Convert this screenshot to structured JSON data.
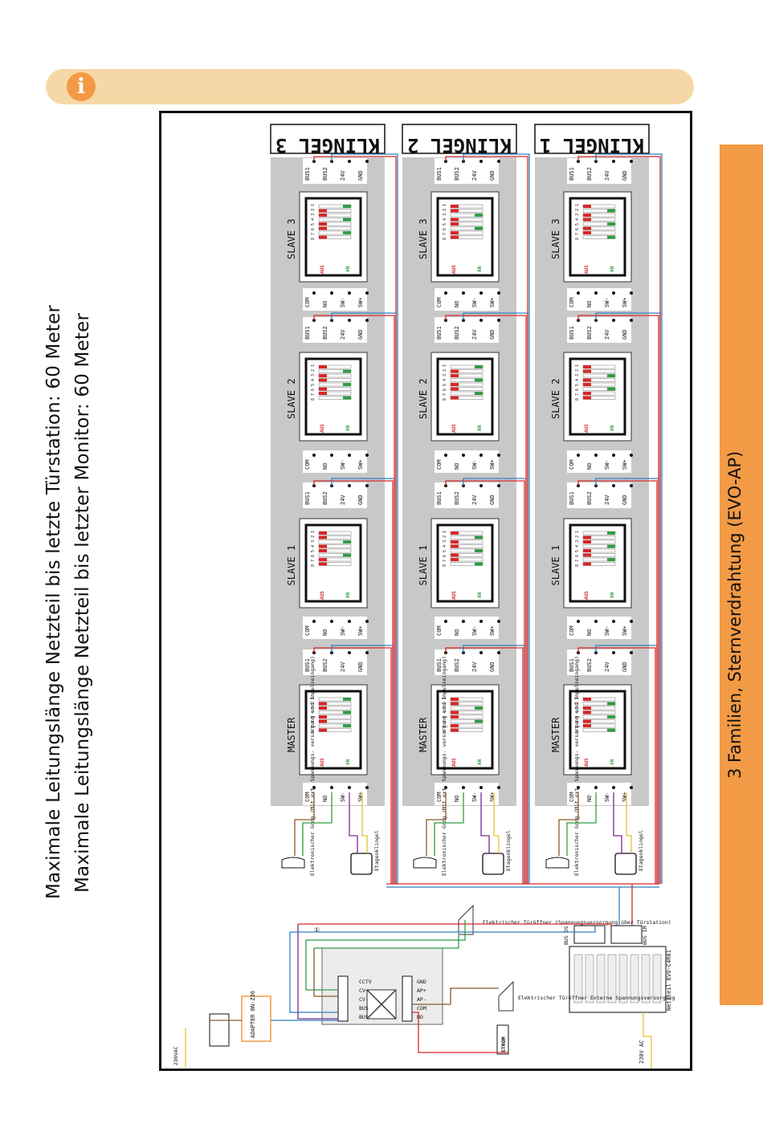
{
  "info_icon": "info-icon",
  "side_title": "3 Familien, Sternverdrahtung (EVO-AP)",
  "notes": {
    "line1": "Maximale Leitungslänge Netzteil bis letzte Türstation: 60 Meter",
    "line2": "Maximale Leitungslänge Netzteil bis letzter Monitor: 60 Meter"
  },
  "colors": {
    "accent": "#f29a45",
    "info_bar": "#f6d8a6",
    "panel": "#c8c8c8",
    "wire_red": "#d62828",
    "wire_blue": "#2f7fc1",
    "wire_green": "#2f9e44",
    "wire_purple": "#7a2c8f",
    "wire_yellow": "#e6c229",
    "wire_pink": "#d63c8c",
    "wire_brown": "#8b5a2b"
  },
  "bells": [
    {
      "title": "KLINGEL 3"
    },
    {
      "title": "KLINGEL 2"
    },
    {
      "title": "KLINGEL 1"
    }
  ],
  "monitors": [
    "MASTER",
    "SLAVE 1",
    "SLAVE 2",
    "SLAVE 3"
  ],
  "dip": {
    "off_label": "AUS",
    "on_label": "AN",
    "numbers": "8 7 6 5 4 3 2 1"
  },
  "terminals_bus": [
    "BUS1",
    "BUS2",
    "24V",
    "GND"
  ],
  "terminals_relay": [
    "COM",
    "NO",
    "SW-",
    "SW+"
  ],
  "chime_label": "Elektronischer Gong (Mit ext. Spannungs- versorgung und Impulseingang)",
  "floor_bell_label": "Etagenklingel",
  "door_station": {
    "terminals_left": [
      "CCTV",
      "CV+",
      "CV-",
      "BUS",
      "BUS"
    ],
    "terminals_right": [
      "GND",
      "AP+",
      "AP-",
      "COM",
      "NO"
    ],
    "marker": "①"
  },
  "door_opener_1": "Elektrischer Türöffner (Spannungsversorgung über Türstation)",
  "door_opener_2": "Elektrischer Türöffner Externe Spannungsversorgung",
  "strom_label": "STROM",
  "adapter_label": "ADAPTER BN-Z36",
  "power_left": "230VAC",
  "power_supply": {
    "label": "Netzteil EVO-C4R01",
    "bus_ds": "BUS DS",
    "bus_im": "BUS IM",
    "ac": "230V AC"
  }
}
